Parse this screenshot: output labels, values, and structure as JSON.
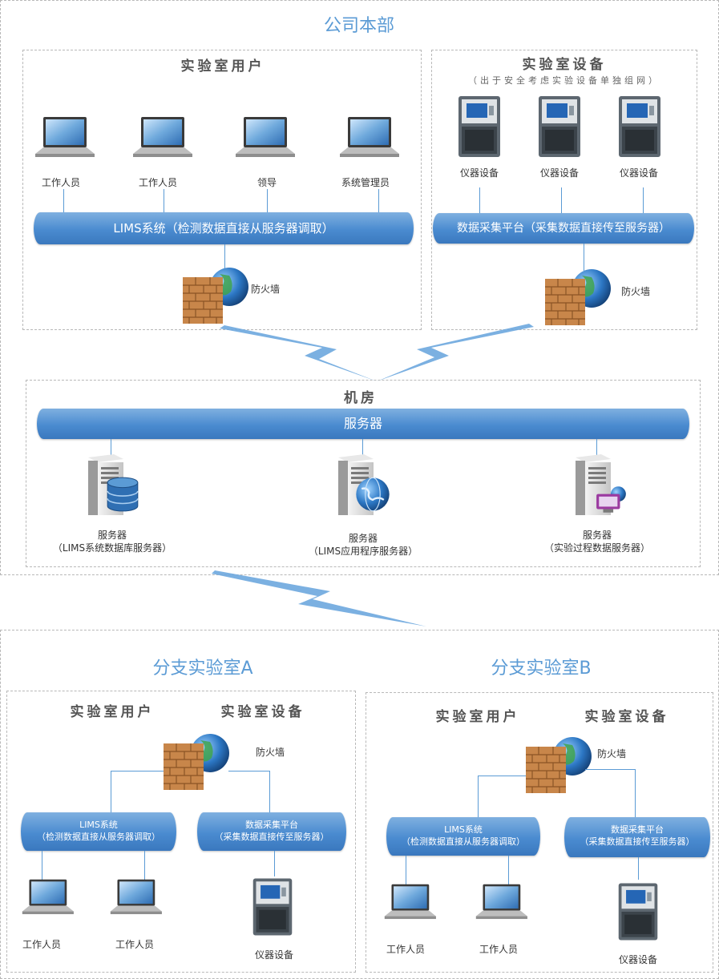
{
  "hq": {
    "title": "公司本部",
    "users": {
      "title": "实验室用户",
      "people": [
        "工作人员",
        "工作人员",
        "领导",
        "系统管理员"
      ],
      "bus": "LIMS系统（检测数据直接从服务器调取）",
      "firewall": "防火墙"
    },
    "equipment": {
      "title": "实验室设备",
      "note": "（出于安全考虑实验设备单独组网）",
      "devices": [
        "仪器设备",
        "仪器设备",
        "仪器设备"
      ],
      "bus": "数据采集平台（采集数据直接传至服务器）",
      "firewall": "防火墙"
    },
    "server_room": {
      "title": "机房",
      "bus": "服务器",
      "servers": [
        {
          "name": "服务器",
          "desc": "（LIMS系统数据库服务器）"
        },
        {
          "name": "服务器",
          "desc": "（LIMS应用程序服务器）"
        },
        {
          "name": "服务器",
          "desc": "（实验过程数据服务器）"
        }
      ]
    }
  },
  "branch_a": {
    "title": "分支实验室A",
    "users_title": "实验室用户",
    "equip_title": "实验室设备",
    "firewall": "防火墙",
    "lims_bus": {
      "line1": "LIMS系统",
      "line2": "（检测数据直接从服务器调取）"
    },
    "daq_bus": {
      "line1": "数据采集平台",
      "line2": "（采集数据直接传至服务器）"
    },
    "people": [
      "工作人员",
      "工作人员"
    ],
    "device": "仪器设备"
  },
  "branch_b": {
    "title": "分支实验室B",
    "users_title": "实验室用户",
    "equip_title": "实验室设备",
    "firewall": "防火墙",
    "lims_bus": {
      "line1": "LIMS系统",
      "line2": "（检测数据直接从服务器调取）"
    },
    "daq_bus": {
      "line1": "数据采集平台",
      "line2": "（采集数据直接传至服务器）"
    },
    "people": [
      "工作人员",
      "工作人员"
    ],
    "device": "仪器设备"
  },
  "colors": {
    "accent": "#5b9bd5",
    "bus": "#4a8bd0",
    "border": "#b8b8b8",
    "firewall_brick": "#c8864a"
  },
  "icons": [
    "laptop-icon",
    "instrument-icon",
    "firewall-icon",
    "globe-icon",
    "server-icon",
    "database-icon",
    "lightning-link-icon"
  ]
}
